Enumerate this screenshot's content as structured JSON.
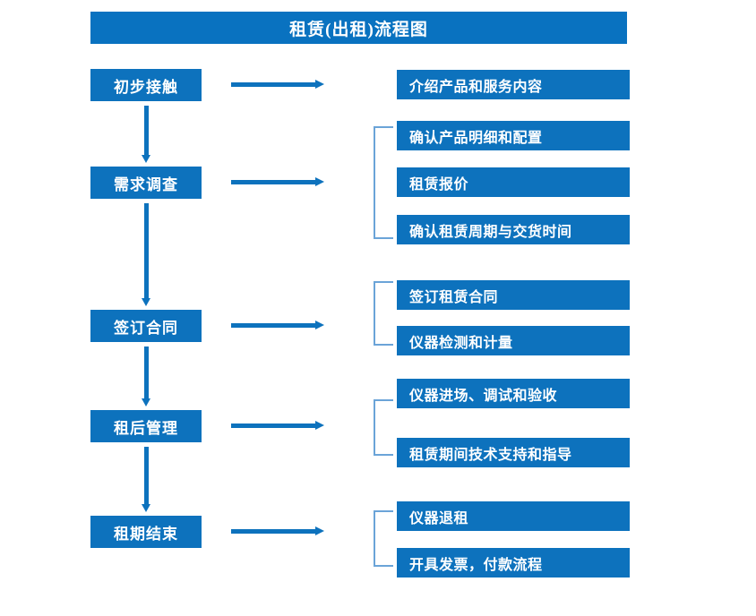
{
  "title": "租赁(出租)流程图",
  "colors": {
    "banner_blue": "#0972c0",
    "box_blue": "#0d72bd",
    "bracket_blue": "#6ba4d8",
    "text_white": "#ffffff",
    "background": "#ffffff"
  },
  "stages": [
    {
      "label": "初步接触"
    },
    {
      "label": "需求调查"
    },
    {
      "label": "签订合同"
    },
    {
      "label": "租后管理"
    },
    {
      "label": "租期结束"
    }
  ],
  "details": [
    {
      "label": "介绍产品和服务内容"
    },
    {
      "label": "确认产品明细和配置"
    },
    {
      "label": "租赁报价"
    },
    {
      "label": "确认租赁周期与交货时间"
    },
    {
      "label": "签订租赁合同"
    },
    {
      "label": "仪器检测和计量"
    },
    {
      "label": "仪器进场、调试和验收"
    },
    {
      "label": "租赁期间技术支持和指导"
    },
    {
      "label": "仪器退租"
    },
    {
      "label": "开具发票，付款流程"
    }
  ],
  "groups": [
    {
      "stage": "初步接触",
      "items": [
        "介绍产品和服务内容"
      ],
      "bracket": false
    },
    {
      "stage": "需求调查",
      "items": [
        "确认产品明细和配置",
        "租赁报价",
        "确认租赁周期与交货时间"
      ],
      "bracket": true
    },
    {
      "stage": "签订合同",
      "items": [
        "签订租赁合同",
        "仪器检测和计量"
      ],
      "bracket": true
    },
    {
      "stage": "租后管理",
      "items": [
        "仪器进场、调试和验收",
        "租赁期间技术支持和指导"
      ],
      "bracket": true
    },
    {
      "stage": "租期结束",
      "items": [
        "仪器退租",
        "开具发票，付款流程"
      ],
      "bracket": true
    }
  ]
}
